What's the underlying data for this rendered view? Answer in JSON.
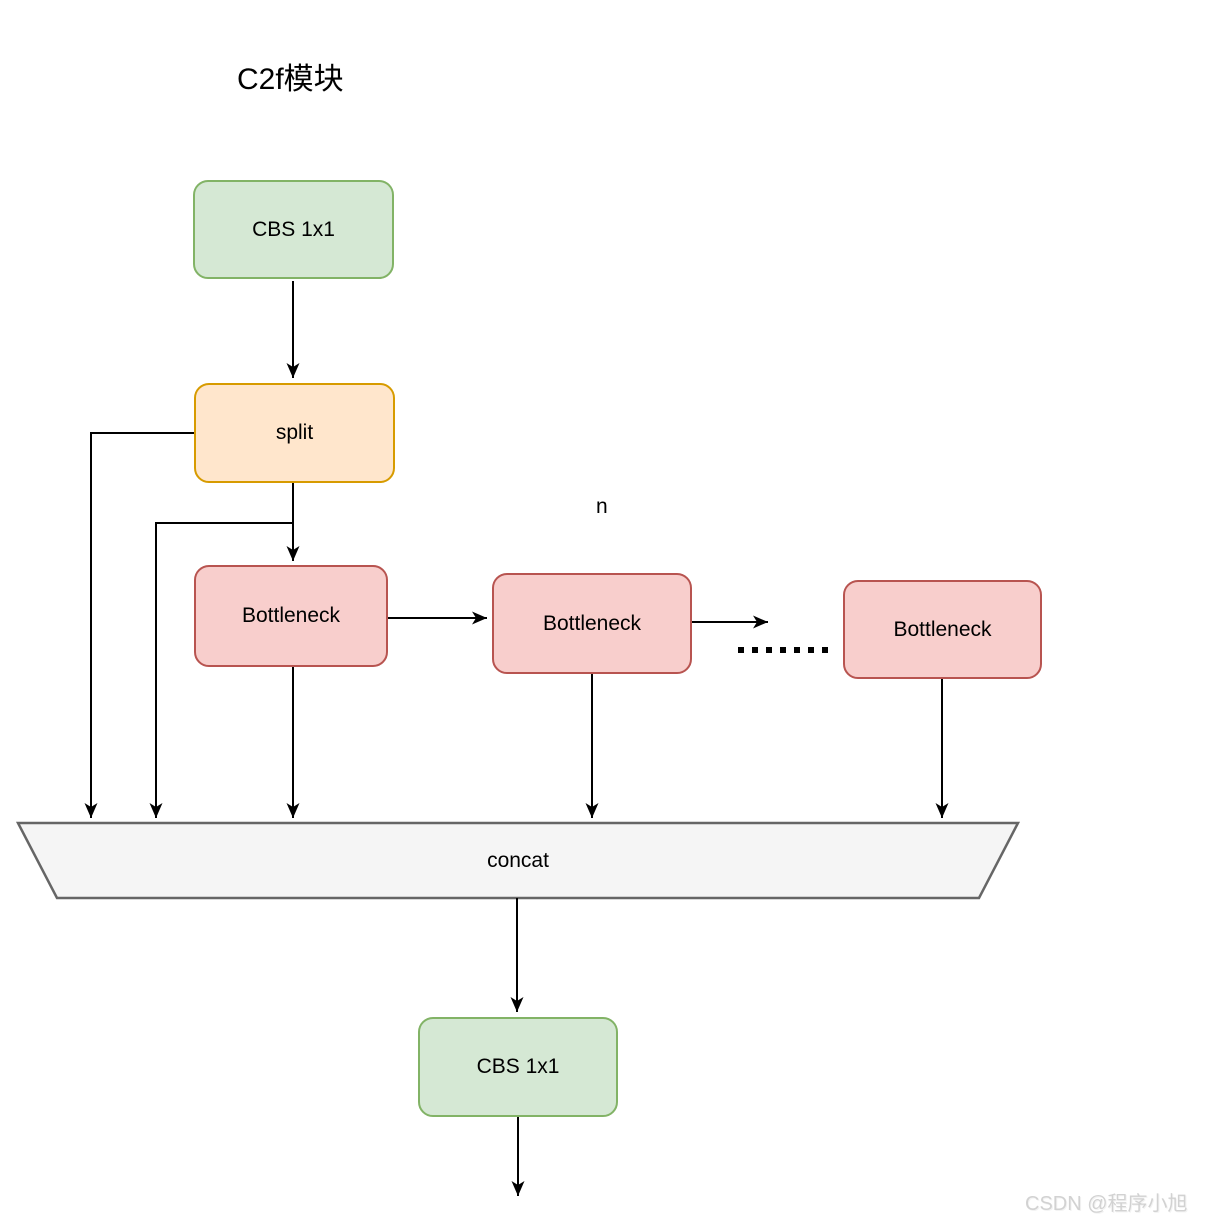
{
  "title": "C2f模块",
  "nodes": {
    "cbs_top": {
      "label": "CBS 1x1"
    },
    "split": {
      "label": "split"
    },
    "bottleneck_1": {
      "label": "Bottleneck"
    },
    "bottleneck_2": {
      "label": "Bottleneck"
    },
    "bottleneck_3": {
      "label": "Bottleneck"
    },
    "concat": {
      "label": "concat"
    },
    "cbs_bottom": {
      "label": "CBS 1x1"
    }
  },
  "annotations": {
    "repeat_count": "n"
  },
  "watermark": "CSDN @程序小旭",
  "colors": {
    "conv_fill": "#d5e8d4",
    "conv_stroke": "#82b366",
    "split_fill": "#ffe6cc",
    "split_stroke": "#d79b00",
    "bottleneck_fill": "#f8cecc",
    "bottleneck_stroke": "#b85450",
    "concat_fill": "#f5f5f5",
    "concat_stroke": "#666666",
    "edge": "#000000"
  }
}
